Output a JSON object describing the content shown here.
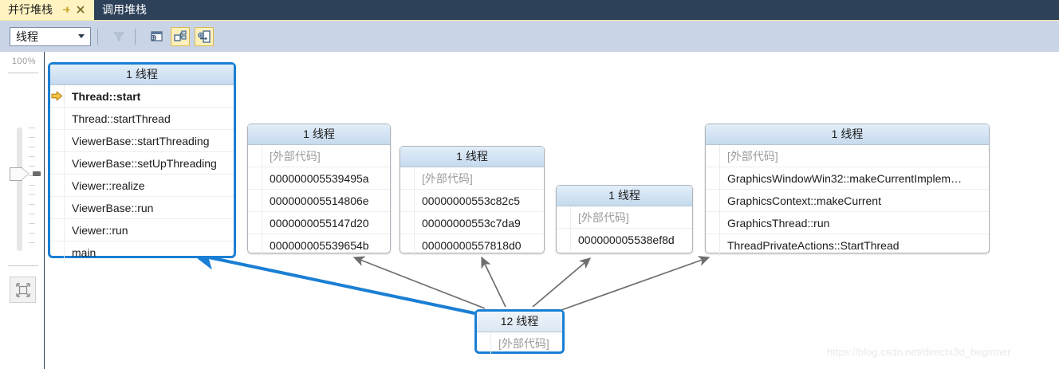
{
  "window": {
    "tabs": [
      {
        "label": "并行堆栈",
        "active": true,
        "icons": [
          "pin-icon",
          "close-icon"
        ]
      },
      {
        "label": "调用堆栈",
        "active": false,
        "icons": []
      }
    ]
  },
  "toolbar": {
    "view_select": {
      "value": "线程",
      "icon": "chevron-down-icon"
    },
    "buttons": [
      {
        "name": "filter-icon",
        "enabled": false,
        "active": false
      },
      {
        "name": "toggle-method-view-icon",
        "enabled": true,
        "active": false
      },
      {
        "name": "auto-scroll-icon",
        "enabled": true,
        "active": true
      },
      {
        "name": "show-external-code-icon",
        "enabled": true,
        "active": true
      }
    ]
  },
  "zoom_rail": {
    "level_label": "100%",
    "slider_name": "zoom-slider",
    "fit_button": "fit-to-window-icon"
  },
  "diagram": {
    "nodes": [
      {
        "id": "n1",
        "header": "1 线程",
        "selected": true,
        "rows": [
          {
            "text": "Thread::start",
            "current": true,
            "external": false
          },
          {
            "text": "Thread::startThread",
            "current": false,
            "external": false
          },
          {
            "text": "ViewerBase::startThreading",
            "current": false,
            "external": false
          },
          {
            "text": "ViewerBase::setUpThreading",
            "current": false,
            "external": false
          },
          {
            "text": "Viewer::realize",
            "current": false,
            "external": false
          },
          {
            "text": "ViewerBase::run",
            "current": false,
            "external": false
          },
          {
            "text": "Viewer::run",
            "current": false,
            "external": false
          },
          {
            "text": "main",
            "current": false,
            "external": false
          }
        ]
      },
      {
        "id": "n2",
        "header": "1 线程",
        "selected": false,
        "rows": [
          {
            "text": "[外部代码]",
            "current": false,
            "external": true
          },
          {
            "text": "000000005539495a",
            "current": false,
            "external": false
          },
          {
            "text": "000000005514806e",
            "current": false,
            "external": false
          },
          {
            "text": "0000000055147d20",
            "current": false,
            "external": false
          },
          {
            "text": "000000005539654b",
            "current": false,
            "external": false
          }
        ]
      },
      {
        "id": "n3",
        "header": "1 线程",
        "selected": false,
        "rows": [
          {
            "text": "[外部代码]",
            "current": false,
            "external": true
          },
          {
            "text": "00000000553c82c5",
            "current": false,
            "external": false
          },
          {
            "text": "00000000553c7da9",
            "current": false,
            "external": false
          },
          {
            "text": "00000000557818d0",
            "current": false,
            "external": false
          }
        ]
      },
      {
        "id": "n4",
        "header": "1 线程",
        "selected": false,
        "rows": [
          {
            "text": "[外部代码]",
            "current": false,
            "external": true
          },
          {
            "text": "000000005538ef8d",
            "current": false,
            "external": false
          }
        ]
      },
      {
        "id": "n5",
        "header": "1 线程",
        "selected": false,
        "rows": [
          {
            "text": "[外部代码]",
            "current": false,
            "external": true
          },
          {
            "text": "GraphicsWindowWin32::makeCurrentImplem…",
            "current": false,
            "external": false
          },
          {
            "text": "GraphicsContext::makeCurrent",
            "current": false,
            "external": false
          },
          {
            "text": "GraphicsThread::run",
            "current": false,
            "external": false
          },
          {
            "text": "ThreadPrivateActions::StartThread",
            "current": false,
            "external": false
          }
        ]
      },
      {
        "id": "n6",
        "header": "12 线程",
        "selected": true,
        "rows": [
          {
            "text": "[外部代码]",
            "current": false,
            "external": true
          }
        ]
      }
    ],
    "edges": [
      {
        "from": "n6",
        "to": "n1",
        "highlight": true
      },
      {
        "from": "n6",
        "to": "n2",
        "highlight": false
      },
      {
        "from": "n6",
        "to": "n3",
        "highlight": false
      },
      {
        "from": "n6",
        "to": "n4",
        "highlight": false
      },
      {
        "from": "n6",
        "to": "n5",
        "highlight": false
      }
    ]
  },
  "watermark": "https://blog.csdn.net/directx3d_beginner",
  "colors": {
    "tab_active_bg": "#fff3c2",
    "tab_strip_bg": "#2d4159",
    "toolbar_bg": "#c9d4e6",
    "node_header_top": "#e3eef9",
    "node_header_bottom": "#c5daef",
    "selection_blue": "#1a7fd4",
    "edge_gray": "#6e6e6e",
    "current_arrow_yellow": "#f0b323",
    "external_text": "#9b9b9b"
  }
}
